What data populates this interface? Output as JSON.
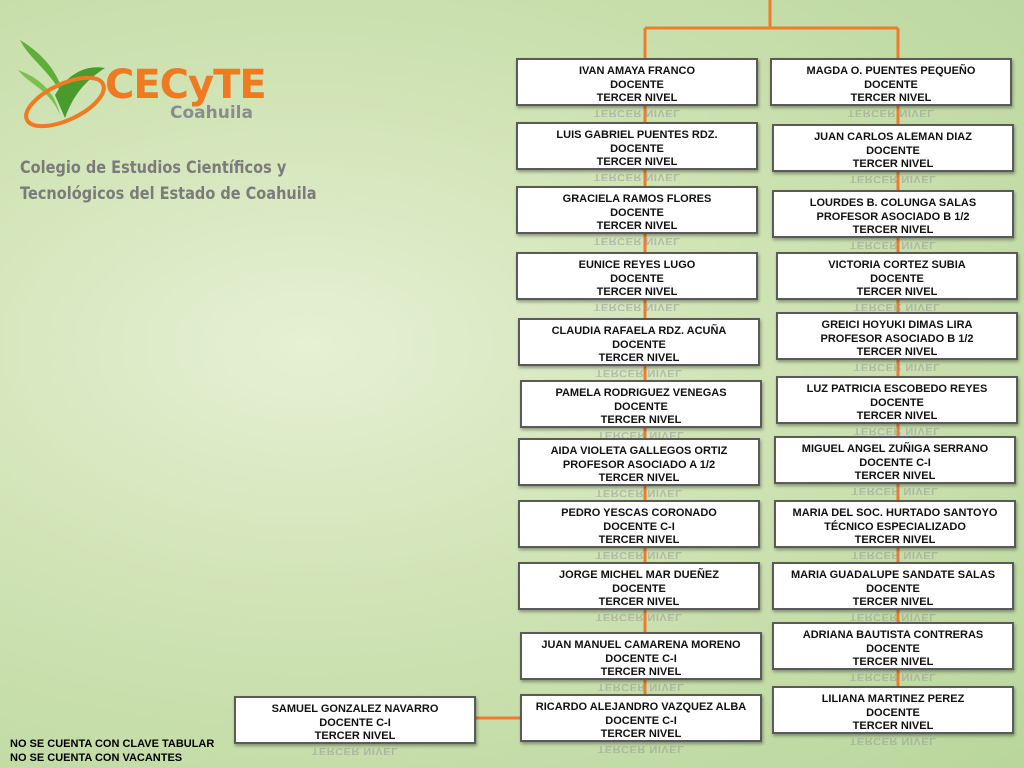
{
  "logo": {
    "brand": "CECyTE",
    "state": "Coahuila",
    "institution_line1": "Colegio de Estudios Científicos y",
    "institution_line2": "Tecnológicos del Estado de Coahuila",
    "colors": {
      "orange": "#ee7a22",
      "green": "#5fae3a",
      "gray": "#7b7b7b"
    }
  },
  "connector_color": "#f07b2c",
  "reflection_text": "TERCER NIVEL",
  "left_column": [
    {
      "name": "IVAN AMAYA FRANCO",
      "role": "DOCENTE",
      "level": "TERCER NIVEL"
    },
    {
      "name": "LUIS GABRIEL PUENTES RDZ.",
      "role": "DOCENTE",
      "level": "TERCER NIVEL"
    },
    {
      "name": "GRACIELA RAMOS FLORES",
      "role": "DOCENTE",
      "level": "TERCER NIVEL"
    },
    {
      "name": "EUNICE REYES LUGO",
      "role": "DOCENTE",
      "level": "TERCER NIVEL"
    },
    {
      "name": "CLAUDIA RAFAELA RDZ. ACUÑA",
      "role": "DOCENTE",
      "level": "TERCER NIVEL"
    },
    {
      "name": "PAMELA RODRIGUEZ VENEGAS",
      "role": "DOCENTE",
      "level": "TERCER NIVEL"
    },
    {
      "name": "AIDA VIOLETA GALLEGOS ORTIZ",
      "role": "PROFESOR ASOCIADO A 1/2",
      "level": "TERCER NIVEL"
    },
    {
      "name": "PEDRO YESCAS CORONADO",
      "role": "DOCENTE C-I",
      "level": "TERCER NIVEL"
    },
    {
      "name": "JORGE MICHEL MAR DUEÑEZ",
      "role": "DOCENTE",
      "level": "TERCER NIVEL"
    },
    {
      "name": "JUAN MANUEL CAMARENA MORENO",
      "role": "DOCENTE C-I",
      "level": "TERCER NIVEL"
    },
    {
      "name": "RICARDO ALEJANDRO VAZQUEZ ALBA",
      "role": "DOCENTE C-I",
      "level": "TERCER NIVEL"
    }
  ],
  "right_column": [
    {
      "name": "MAGDA O. PUENTES PEQUEÑO",
      "role": "DOCENTE",
      "level": "TERCER NIVEL"
    },
    {
      "name": "JUAN CARLOS ALEMAN DIAZ",
      "role": "DOCENTE",
      "level": "TERCER NIVEL"
    },
    {
      "name": "LOURDES B. COLUNGA SALAS",
      "role": "PROFESOR ASOCIADO B 1/2",
      "level": "TERCER NIVEL"
    },
    {
      "name": "VICTORIA CORTEZ SUBIA",
      "role": "DOCENTE",
      "level": "TERCER NIVEL"
    },
    {
      "name": "GREICI HOYUKI DIMAS LIRA",
      "role": "PROFESOR ASOCIADO B 1/2",
      "level": "TERCER NIVEL"
    },
    {
      "name": "LUZ PATRICIA ESCOBEDO REYES",
      "role": "DOCENTE",
      "level": "TERCER NIVEL"
    },
    {
      "name": "MIGUEL ANGEL ZUÑIGA SERRANO",
      "role": "DOCENTE C-I",
      "level": "TERCER NIVEL"
    },
    {
      "name": "MARIA DEL SOC. HURTADO SANTOYO",
      "role": "TÉCNICO ESPECIALIZADO",
      "level": "TERCER NIVEL"
    },
    {
      "name": "MARIA GUADALUPE SANDATE SALAS",
      "role": "DOCENTE",
      "level": "TERCER NIVEL"
    },
    {
      "name": "ADRIANA BAUTISTA CONTRERAS",
      "role": "DOCENTE",
      "level": "TERCER NIVEL"
    },
    {
      "name": "LILIANA MARTINEZ PEREZ",
      "role": "DOCENTE",
      "level": "TERCER NIVEL"
    }
  ],
  "extra_node": {
    "name": "SAMUEL GONZALEZ NAVARRO",
    "role": "DOCENTE C-I",
    "level": "TERCER NIVEL"
  },
  "footnotes": {
    "line1": "NO SE CUENTA CON CLAVE TABULAR",
    "line2": "NO SE CUENTA CON VACANTES"
  }
}
